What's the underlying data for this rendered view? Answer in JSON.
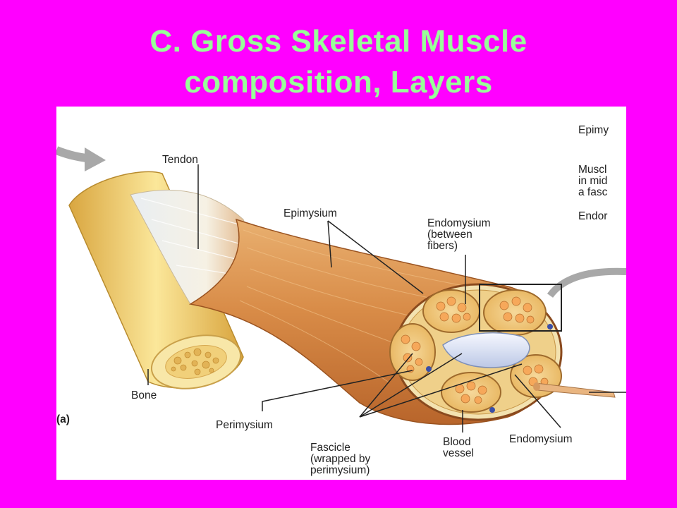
{
  "slide": {
    "title_line1": "C. Gross Skeletal Muscle",
    "title_line2": "composition, Layers"
  },
  "figure": {
    "panel_label": "(a)",
    "labels": {
      "tendon": "Tendon",
      "epimysium": "Epimysium",
      "endomysium_between_1": "Endomysium",
      "endomysium_between_2": "(between",
      "endomysium_between_3": "fibers)",
      "bone": "Bone",
      "perimysium": "Perimysium",
      "fascicle_1": "Fascicle",
      "fascicle_2": "(wrapped by",
      "fascicle_3": "perimysium)",
      "blood_1": "Blood",
      "blood_2": "vessel",
      "endomysium": "Endomysium"
    },
    "side_labels": {
      "epimy": "Epimy",
      "muscl_1": "Muscl",
      "muscl_2": "in mid",
      "muscl_3": "a fasc",
      "endor": "Endor"
    }
  },
  "colors": {
    "background": "#ff00ff",
    "title": "#99ff99",
    "bone": "#f2cf6a",
    "muscle": "#c97a3a",
    "fascicle": "#f0c070"
  }
}
